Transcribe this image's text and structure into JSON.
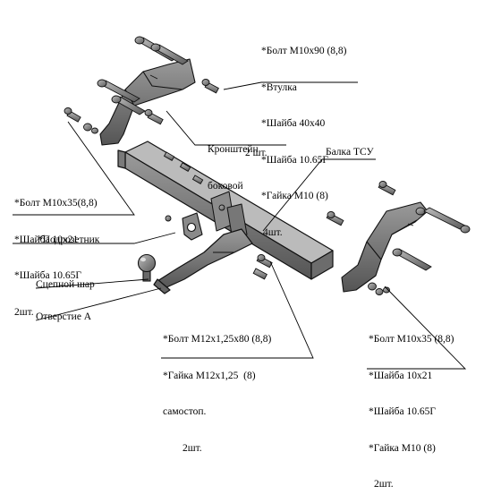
{
  "labels": {
    "group_top_right": [
      "*Болт М10х90 (8,8)",
      "*Втулка",
      "*Шайба 40х40",
      "*Шайба 10.65Г",
      "*Гайка М10 (8)",
      "4шт."
    ],
    "bracket": [
      "Кронштейн",
      "боковой"
    ],
    "bracket_qty": "2 шт.",
    "beam": "Балка ТСУ",
    "group_left": [
      "*Болт М10х35(8,8)",
      "*Шайба 10х21",
      "*Шайба 10.65Г",
      "2шт."
    ],
    "socket_holder": "*Подрозетник",
    "hitch_ball": "Сцепной шар",
    "hole_a": "Отверстие А",
    "group_bottom_center": [
      "*Болт М12х1,25х80 (8,8)",
      "*Гайка М12х1,25  (8)",
      "самостоп.",
      "2шт."
    ],
    "group_bottom_right": [
      "*Болт М10х35 (8,8)",
      "*Шайба 10х21",
      "*Шайба 10.65Г",
      "*Гайка М10 (8)",
      "2шт."
    ]
  }
}
